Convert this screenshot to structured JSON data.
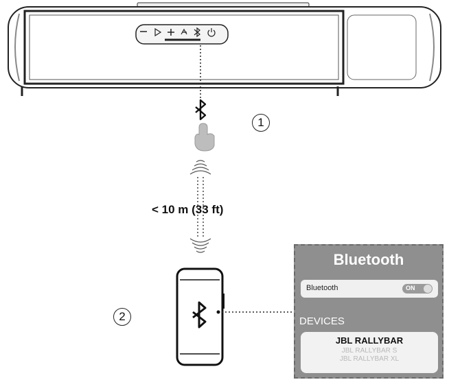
{
  "diagram": {
    "step_1": "1",
    "step_2": "2",
    "distance_label": "< 10 m (33 ft)"
  },
  "speaker": {
    "icons": [
      "minus-icon",
      "play-icon",
      "plus-icon",
      "party-link-icon",
      "bluetooth-icon",
      "power-icon"
    ]
  },
  "phone": {
    "screen_icon": "bluetooth-icon"
  },
  "settings_panel": {
    "title": "Bluetooth",
    "bluetooth_row_label": "Bluetooth",
    "toggle_text": "ON",
    "devices_header": "DEVICES",
    "devices": [
      "JBL RALLYBAR",
      "JBL RALLYBAR S",
      "JBL RALLYBAR XL"
    ]
  },
  "colors": {
    "line": "#222222",
    "panel_bg": "#8f8f8f",
    "panel_text": "#ffffff",
    "device_muted": "#b9b9b9",
    "finger": "#bdbdbd"
  }
}
